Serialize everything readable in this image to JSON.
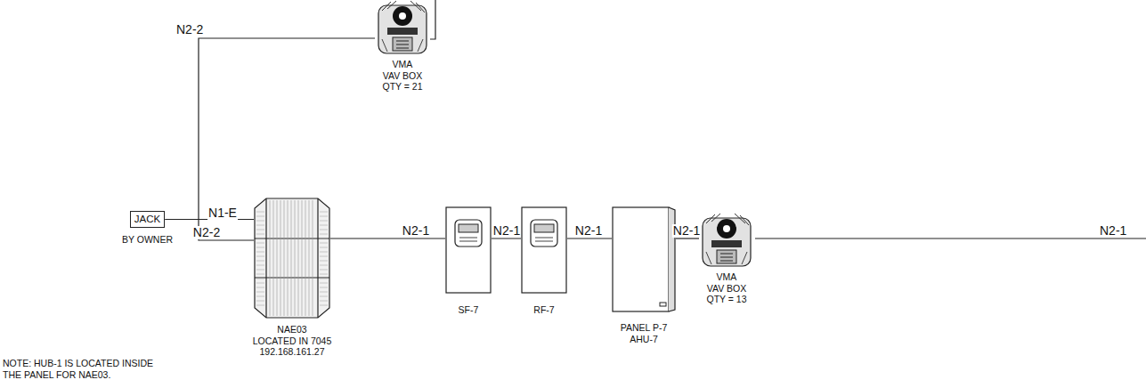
{
  "diagram": {
    "nodes": [
      {
        "text": [
          "VMA",
          "VAV BOX",
          "QTY = 21"
        ]
      },
      {
        "text": [
          "JACK",
          "BY OWNER"
        ]
      },
      {
        "text": [
          "NAE03",
          "LOCATED IN 7045",
          "192.168.161.27"
        ]
      },
      {
        "text": [
          "SF-7"
        ]
      },
      {
        "text": [
          "RF-7"
        ]
      },
      {
        "text": [
          "PANEL P-7",
          "AHU-7"
        ]
      },
      {
        "text": [
          "VMA",
          "VAV BOX",
          "QTY = 13"
        ]
      }
    ],
    "edges": [
      {
        "from": 2,
        "to": 0,
        "label": "N2-2",
        "arrow": "none"
      },
      {
        "from": 1,
        "to": 2,
        "label": "N1-E",
        "arrow": "none"
      },
      {
        "from": 2,
        "to": 3,
        "label": "N2-1",
        "arrow": "none"
      },
      {
        "from": 3,
        "to": 4,
        "label": "N2-1",
        "arrow": "none"
      },
      {
        "from": 4,
        "to": 5,
        "label": "N2-1",
        "arrow": "none"
      },
      {
        "from": 5,
        "to": 6,
        "label": "N2-1",
        "arrow": "none"
      }
    ],
    "labels": [
      "N2-2",
      "N2-1",
      "NOTE: HUB-1 IS LOCATED INSIDE THE PANEL FOR NAE03."
    ]
  }
}
